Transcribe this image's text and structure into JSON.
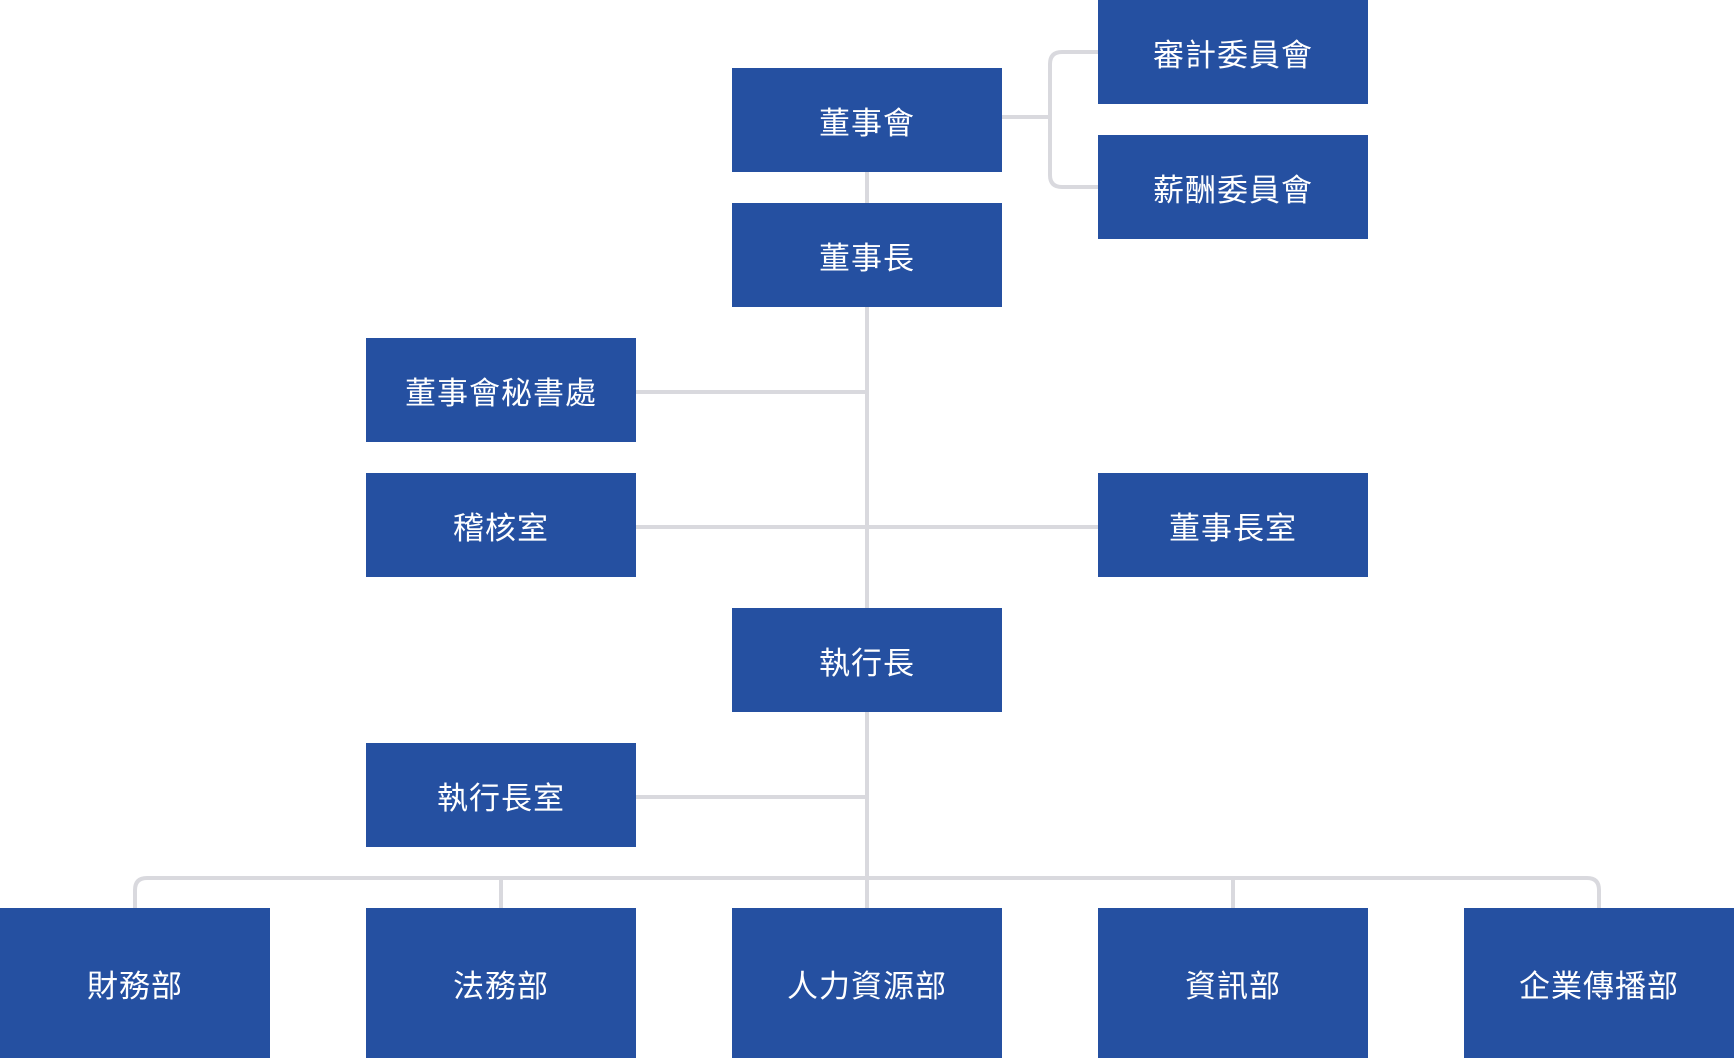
{
  "nodes": {
    "board": "董事會",
    "audit_committee": "審計委員會",
    "compensation_committee": "薪酬委員會",
    "chairman": "董事長",
    "board_secretariat": "董事會秘書處",
    "internal_audit": "稽核室",
    "chairman_office": "董事長室",
    "ceo": "執行長",
    "ceo_office": "執行長室",
    "departments": [
      "財務部",
      "法務部",
      "人力資源部",
      "資訊部",
      "企業傳播部"
    ]
  },
  "colors": {
    "box": "#2550a1",
    "box_text": "#ffffff",
    "connector": "#d9d9de",
    "background": "#ffffff"
  }
}
